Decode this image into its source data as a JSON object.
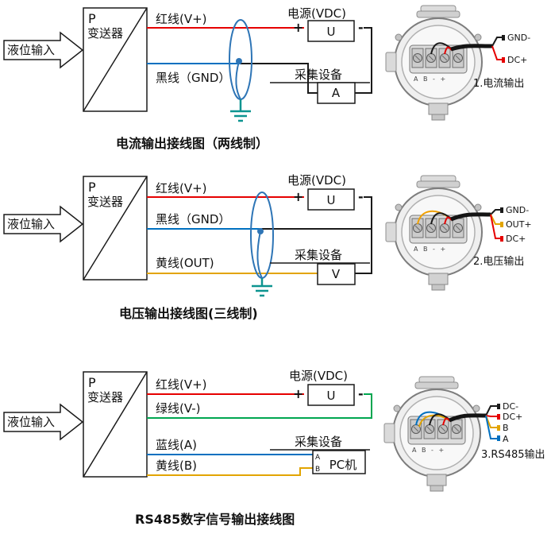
{
  "colors": {
    "red": "#e60000",
    "black": "#1a1a1a",
    "wire_blue": "#0070c0",
    "yellow": "#e2a400",
    "green": "#00a650",
    "orange": "#f0a000",
    "shield_blue": "#2e75b6",
    "ground_teal": "#0c9490"
  },
  "diagram1": {
    "input": "液位输入",
    "transmitter": {
      "p": "P",
      "name": "变送器"
    },
    "labels": {
      "wire_red": "红线(V+)",
      "wire_black": "黑线（GND）"
    },
    "power": {
      "title": "电源(VDC)",
      "plus": "+",
      "unit": "U",
      "minus": "-"
    },
    "collector": {
      "title": "采集设备",
      "unit": "A"
    },
    "title": "电流输出接线图（两线制）",
    "device": {
      "block": "A B - +",
      "t1": "GND-",
      "t2": "DC+",
      "caption": "1.电流输出"
    }
  },
  "diagram2": {
    "input": "液位输入",
    "transmitter": {
      "p": "P",
      "name": "变送器"
    },
    "labels": {
      "wire_red": "红线(V+)",
      "wire_black": "黑线（GND）",
      "wire_yellow": "黄线(OUT)"
    },
    "power": {
      "title": "电源(VDC)",
      "plus": "+",
      "unit": "U",
      "minus": "-"
    },
    "collector": {
      "title": "采集设备",
      "unit": "V"
    },
    "title": "电压输出接线图(三线制)",
    "device": {
      "block": "A B - +",
      "t1": "GND-",
      "t2": "OUT+",
      "t3": "DC+",
      "caption": "2.电压输出"
    }
  },
  "diagram3": {
    "input": "液位输入",
    "transmitter": {
      "p": "P",
      "name": "变送器"
    },
    "labels": {
      "wire_red": "红线(V+)",
      "wire_green": "绿线(V-)",
      "wire_blue": "蓝线(A)",
      "wire_yellow": "黄线(B)"
    },
    "power": {
      "title": "电源(VDC)",
      "plus": "+",
      "unit": "U",
      "minus": "-"
    },
    "collector": {
      "title": "采集设备",
      "unit": "PC机",
      "port_a": "A",
      "port_b": "B"
    },
    "title": "RS485数字信号输出接线图",
    "device": {
      "block": "A B - +",
      "t1": "DC-",
      "t2": "DC+",
      "t3": "B",
      "t4": "A",
      "caption": "3.RS485输出"
    }
  }
}
